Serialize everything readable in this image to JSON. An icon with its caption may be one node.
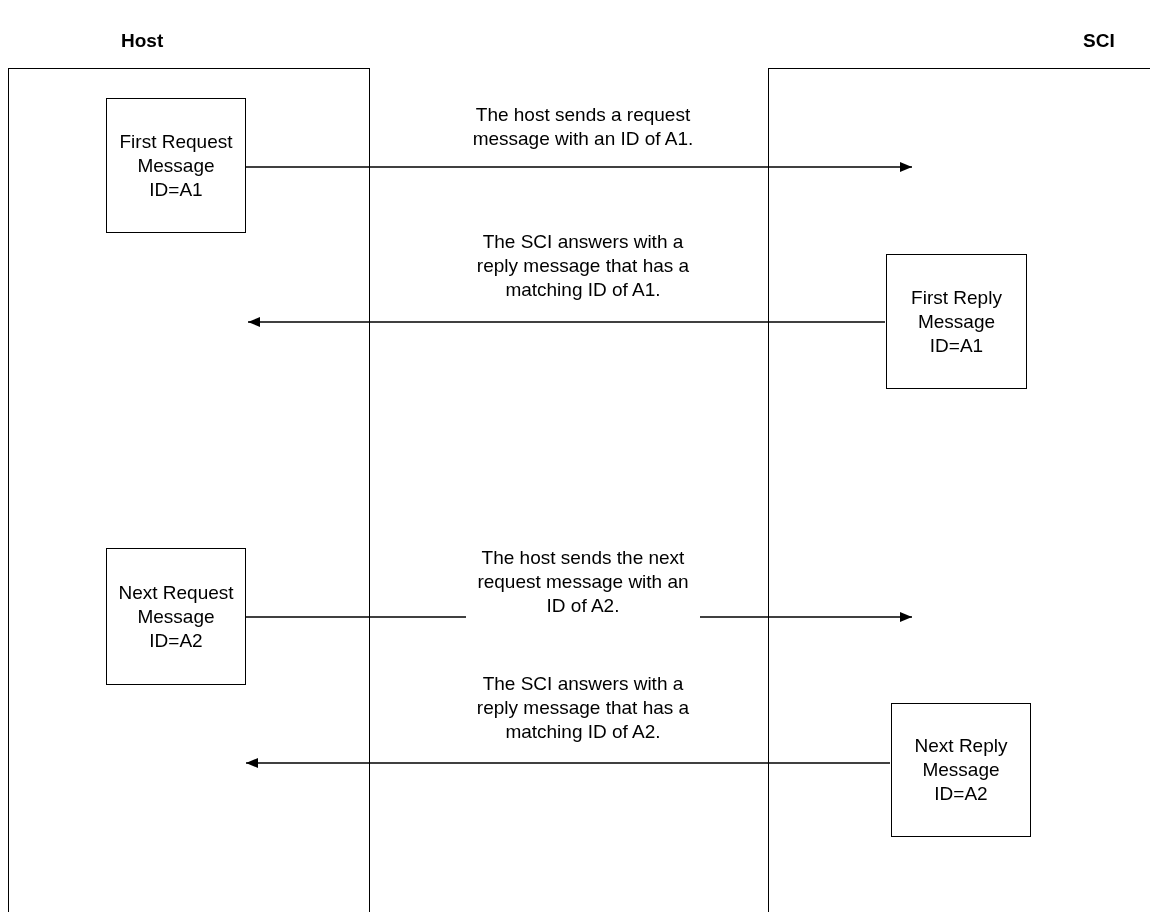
{
  "diagram": {
    "nodes": [
      {
        "text": [
          "Host"
        ]
      },
      {
        "text": [
          "SCI"
        ]
      },
      {
        "text": [
          "First Request Message ID=A1"
        ],
        "in": 0
      },
      {
        "text": [
          "First Reply Message ID=A1"
        ],
        "in": 1
      },
      {
        "text": [
          "Next Request Message ID=A2"
        ],
        "in": 0
      },
      {
        "text": [
          "Next Reply Message ID=A2"
        ],
        "in": 1
      }
    ],
    "edges": [
      {
        "from": 2,
        "to": null,
        "arrow": "to",
        "label": "The host sends a request message with an ID of A1."
      },
      {
        "from": 3,
        "to": null,
        "arrow": "to",
        "label": "The SCI answers with a reply message that has a matching ID of A1."
      },
      {
        "from": 4,
        "to": null,
        "arrow": "to",
        "label": "The host sends the next request message with an ID of A2."
      },
      {
        "from": 5,
        "to": null,
        "arrow": "to",
        "label": "The SCI answers with a reply message that has a matching ID of A2."
      }
    ]
  }
}
